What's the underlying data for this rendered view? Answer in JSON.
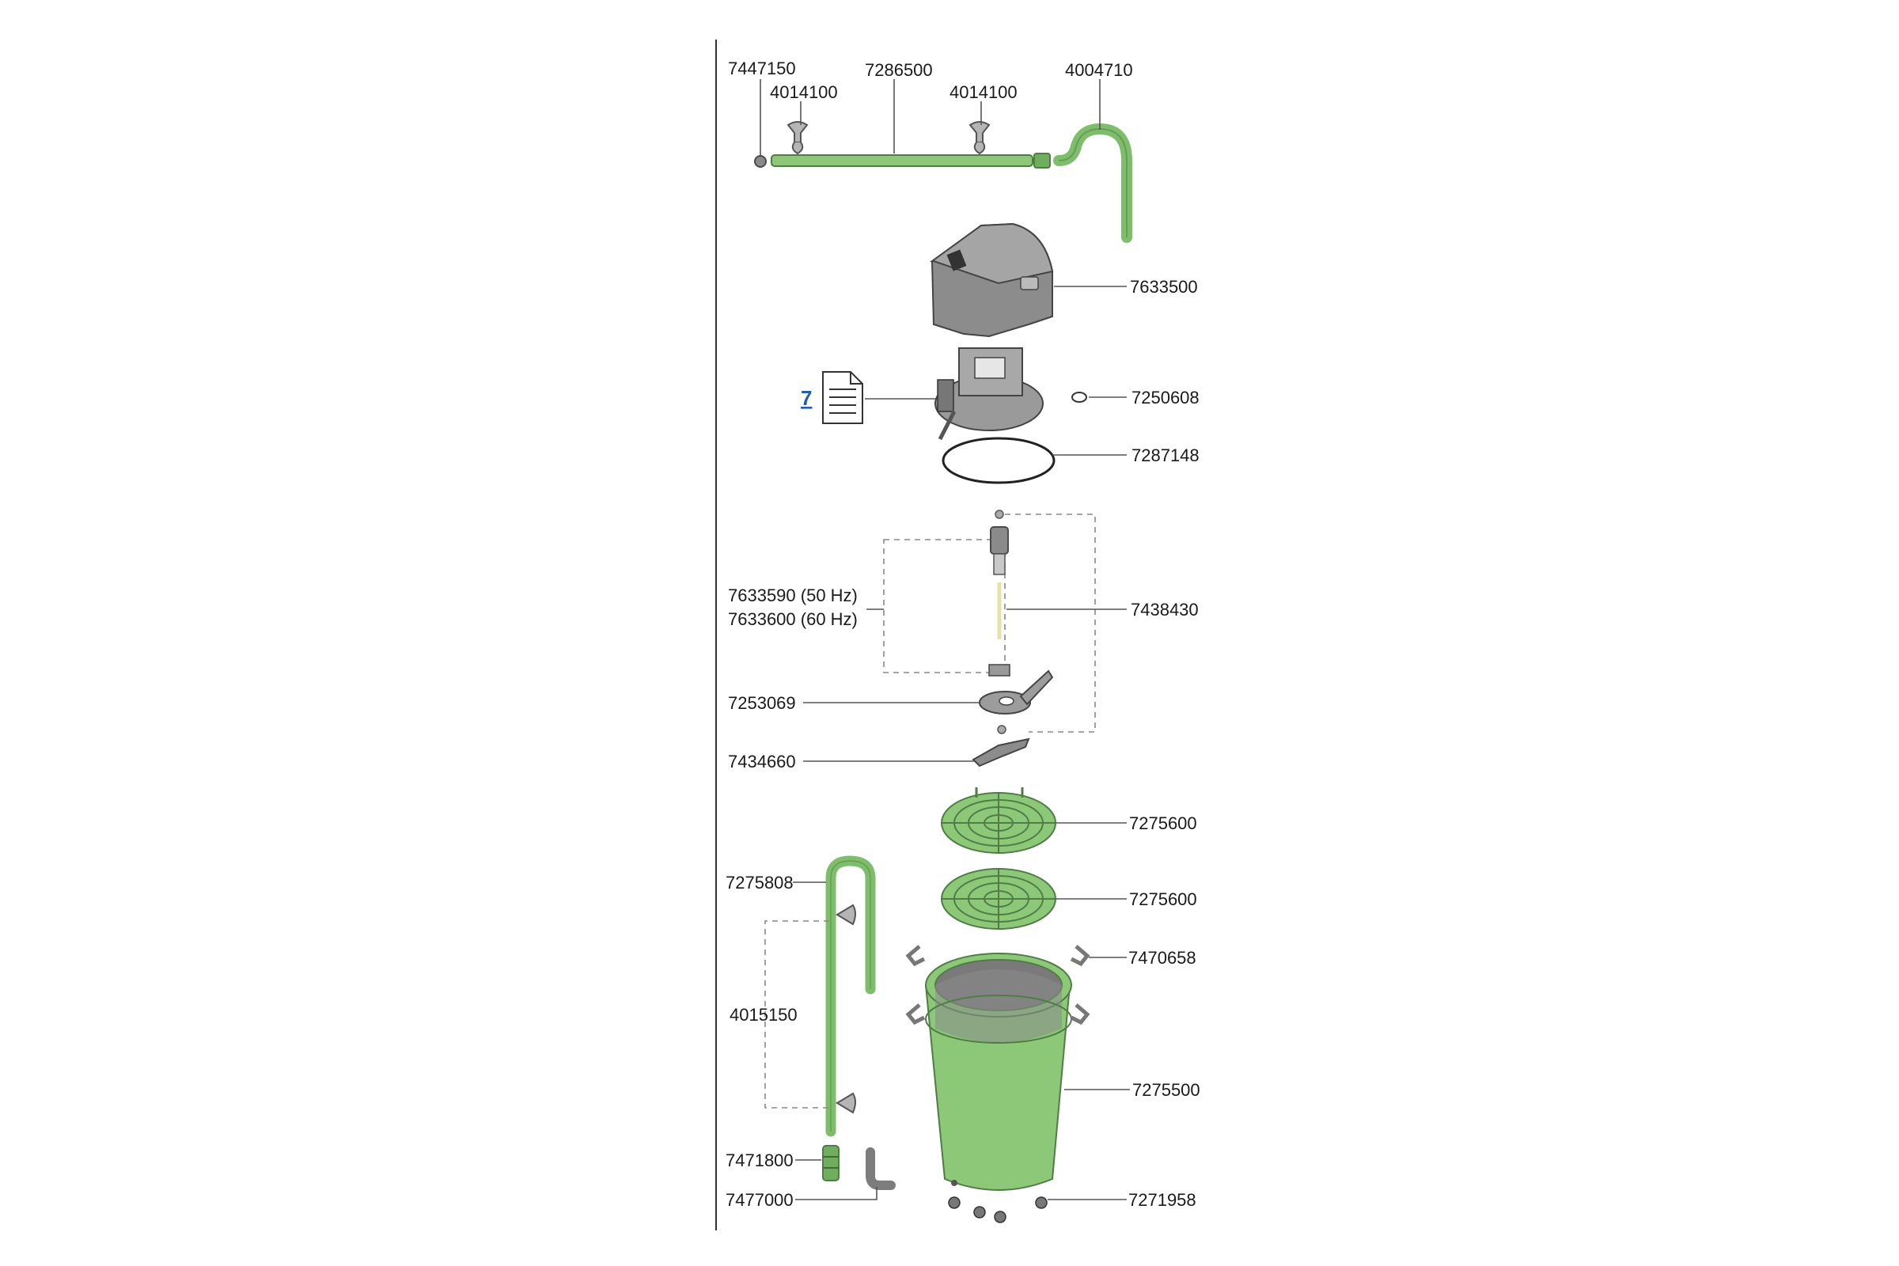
{
  "parts": [
    {
      "id": "p7447150",
      "text": "7447150"
    },
    {
      "id": "p7286500",
      "text": "7286500"
    },
    {
      "id": "p4014100a",
      "text": "4014100"
    },
    {
      "id": "p4014100b",
      "text": "4014100"
    },
    {
      "id": "p4004710",
      "text": "4004710"
    },
    {
      "id": "p7633500",
      "text": "7633500"
    },
    {
      "id": "p7250608",
      "text": "7250608"
    },
    {
      "id": "p7287148",
      "text": "7287148"
    },
    {
      "id": "p7633590",
      "text": "7633590 (50 Hz)"
    },
    {
      "id": "p7633600",
      "text": "7633600 (60 Hz)"
    },
    {
      "id": "p7438430",
      "text": "7438430"
    },
    {
      "id": "p7253069",
      "text": "7253069"
    },
    {
      "id": "p7434660",
      "text": "7434660"
    },
    {
      "id": "p7275600a",
      "text": "7275600"
    },
    {
      "id": "p7275600b",
      "text": "7275600"
    },
    {
      "id": "p7275808",
      "text": "7275808"
    },
    {
      "id": "p7470658",
      "text": "7470658"
    },
    {
      "id": "p4015150",
      "text": "4015150"
    },
    {
      "id": "p7275500",
      "text": "7275500"
    },
    {
      "id": "p7471800",
      "text": "7471800"
    },
    {
      "id": "p7477000",
      "text": "7477000"
    },
    {
      "id": "p7271958",
      "text": "7271958"
    }
  ],
  "doc_link": {
    "text": "7"
  },
  "icons": {
    "document": "document-icon"
  }
}
